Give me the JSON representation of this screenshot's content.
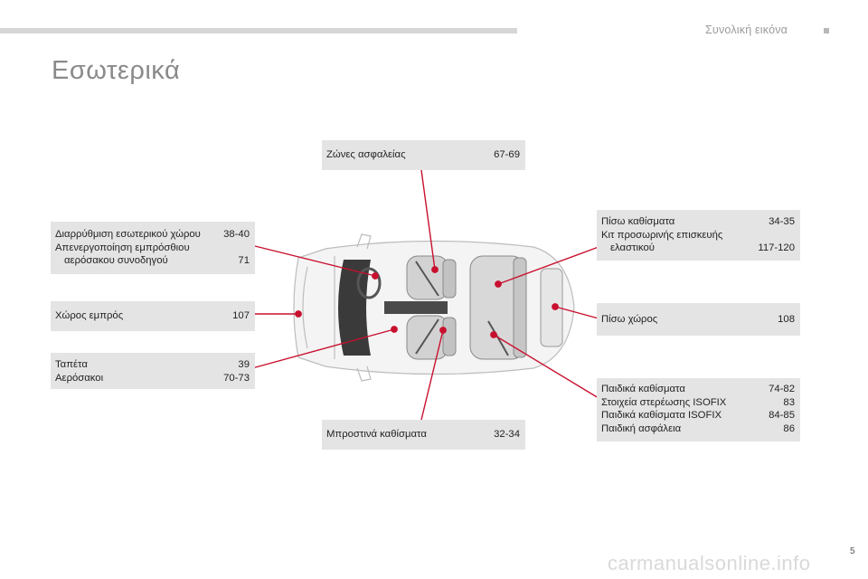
{
  "header": {
    "section_title": "Συνολική εικόνα"
  },
  "page": {
    "title": "Εσωτερικά",
    "number": "5"
  },
  "callouts": {
    "seatbelts": {
      "rows": [
        {
          "label": "Ζώνες ασφαλείας",
          "pages": "67-69"
        }
      ]
    },
    "climate": {
      "rows": [
        {
          "label": "Διαρρύθμιση εσωτερικού χώρου",
          "pages": "38-40"
        },
        {
          "label": "Απενεργοποίηση εμπρόσθιου",
          "pages": ""
        },
        {
          "label": "αερόσακου συνοδηγού",
          "pages": "71"
        }
      ]
    },
    "front_space": {
      "rows": [
        {
          "label": "Χώρος εμπρός",
          "pages": "107"
        }
      ]
    },
    "mats_airbags": {
      "rows": [
        {
          "label": "Ταπέτα",
          "pages": "39"
        },
        {
          "label": "Αερόσακοι",
          "pages": "70-73"
        }
      ]
    },
    "front_seats": {
      "rows": [
        {
          "label": "Μπροστινά καθίσματα",
          "pages": "32-34"
        }
      ]
    },
    "rear_seats": {
      "rows": [
        {
          "label": "Πίσω καθίσματα",
          "pages": "34-35"
        },
        {
          "label": "Κιτ προσωρινής επισκευής",
          "pages": ""
        },
        {
          "label": "ελαστικού",
          "pages": "117-120"
        }
      ]
    },
    "rear_space": {
      "rows": [
        {
          "label": "Πίσω χώρος",
          "pages": "108"
        }
      ]
    },
    "child_seats": {
      "rows": [
        {
          "label": "Παιδικά καθίσματα",
          "pages": "74-82"
        },
        {
          "label": "Στοιχεία στερέωσης ISOFIX",
          "pages": "83"
        },
        {
          "label": "Παιδικά καθίσματα ISOFIX",
          "pages": "84-85"
        },
        {
          "label": "Παιδική ασφάλεια",
          "pages": "86"
        }
      ]
    }
  },
  "colors": {
    "leader_line": "#c8102e",
    "callout_bg": "#e4e4e4"
  },
  "watermark": "carmanualsonline.info"
}
